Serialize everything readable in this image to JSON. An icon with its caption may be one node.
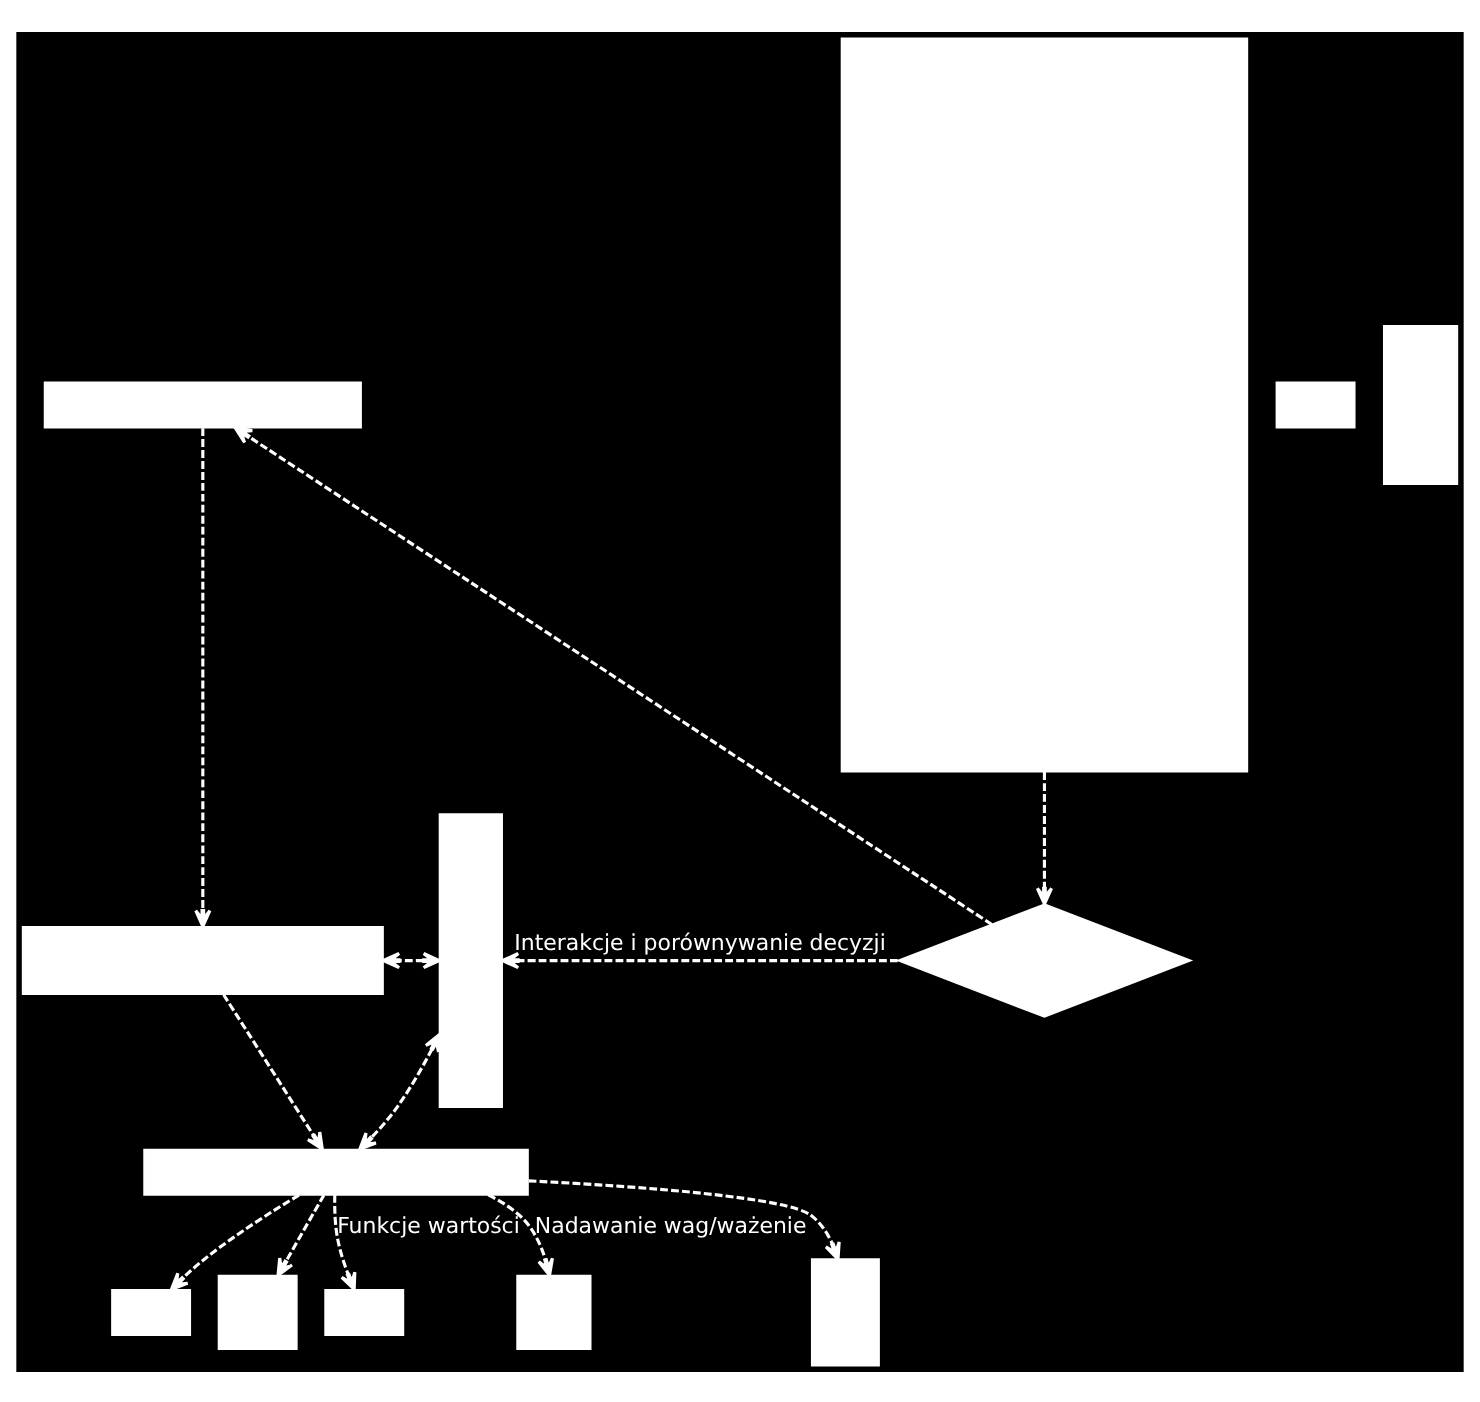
{
  "diagram": {
    "nodes": [
      {
        "text": [],
        "shape": "box"
      },
      {
        "text": [],
        "shape": "box"
      },
      {
        "text": [],
        "shape": "box"
      },
      {
        "text": [],
        "shape": "box"
      },
      {
        "text": [],
        "shape": "box"
      },
      {
        "text": [],
        "shape": "box"
      },
      {
        "text": [],
        "shape": "box"
      },
      {
        "text": [],
        "shape": "box"
      },
      {
        "text": [],
        "shape": "box"
      },
      {
        "text": [],
        "shape": "box"
      },
      {
        "text": [],
        "shape": "box"
      },
      {
        "text": [],
        "shape": "box"
      },
      {
        "text": [],
        "shape": "diamond"
      }
    ],
    "edges": [
      {
        "from": 0,
        "to": 2,
        "arrow": "to",
        "style": "dashed"
      },
      {
        "from": 2,
        "to": 3,
        "arrow": "to",
        "style": "dashed"
      },
      {
        "from": 1,
        "to": 2,
        "arrow": "both",
        "style": "dashed"
      },
      {
        "from": 1,
        "to": 3,
        "arrow": "both",
        "style": "dashed"
      },
      {
        "from": 3,
        "to": 5,
        "arrow": "to",
        "style": "dashed"
      },
      {
        "from": 3,
        "to": 6,
        "arrow": "to",
        "style": "dashed"
      },
      {
        "from": 3,
        "to": 8,
        "arrow": "to",
        "style": "dashed",
        "label": "Funkcje wartości"
      },
      {
        "from": 3,
        "to": 9,
        "arrow": "to",
        "style": "dashed",
        "label": "Nadawanie wag/ważenie"
      },
      {
        "from": 3,
        "to": 11,
        "arrow": "to",
        "style": "dashed"
      },
      {
        "from": 4,
        "to": 12,
        "arrow": "to",
        "style": "dashed"
      },
      {
        "from": 12,
        "to": 0,
        "arrow": "to",
        "style": "dashed"
      },
      {
        "from": 12,
        "to": 1,
        "arrow": "to",
        "style": "dashed",
        "label": "Interakcje i porównywanie decyzji"
      }
    ]
  }
}
